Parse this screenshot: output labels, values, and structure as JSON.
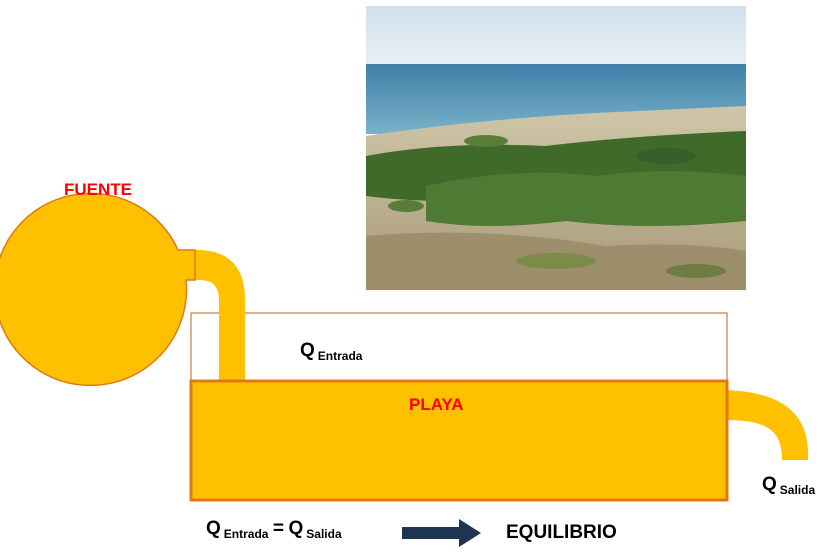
{
  "source_label": "FUENTE",
  "beach_label": "PLAYA",
  "inflow": {
    "symbol": "Q",
    "subscript": "Entrada"
  },
  "outflow": {
    "symbol": "Q",
    "subscript": "Salida"
  },
  "equation": {
    "left_symbol": "Q",
    "left_subscript": "Entrada",
    "equals": "=",
    "right_symbol": "Q",
    "right_subscript": "Salida"
  },
  "result": "EQUILIBRIO",
  "colors": {
    "fill": "#ffc000",
    "stroke": "#e07a10",
    "arrow": "#1f3450",
    "label_red": "#ff0000"
  },
  "icons": {
    "arrow": "right-arrow-icon"
  }
}
